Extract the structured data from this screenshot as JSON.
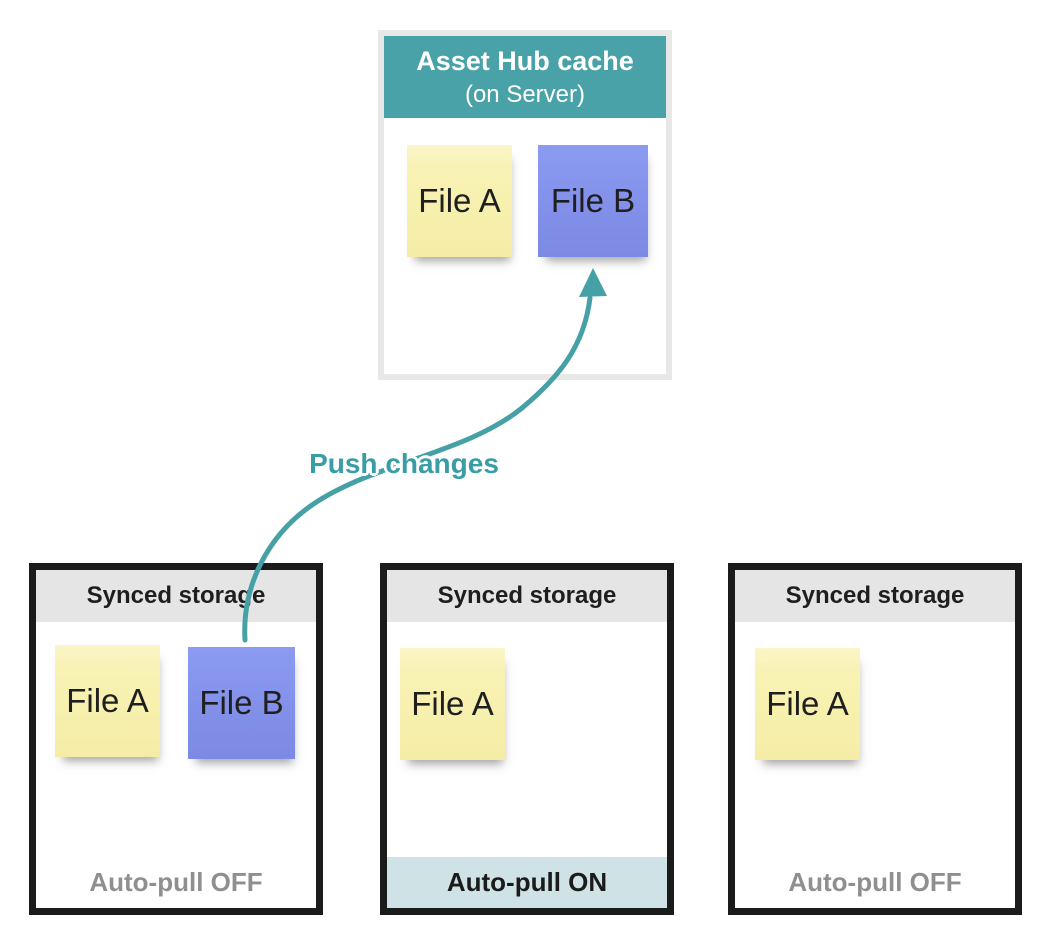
{
  "diagram": {
    "hub": {
      "title": "Asset Hub cache",
      "subtitle": "(on Server)",
      "files": [
        {
          "label": "File A",
          "color_name": "yellow",
          "color": "#f8f2b4"
        },
        {
          "label": "File B",
          "color_name": "blue",
          "color": "#8290ea"
        }
      ]
    },
    "push_label": "Push changes",
    "storages": [
      {
        "title": "Synced storage",
        "files": [
          {
            "label": "File A",
            "color_name": "yellow"
          },
          {
            "label": "File B",
            "color_name": "blue"
          }
        ],
        "footer": "Auto-pull OFF",
        "auto_pull": "OFF"
      },
      {
        "title": "Synced storage",
        "files": [
          {
            "label": "File A",
            "color_name": "yellow"
          }
        ],
        "footer": "Auto-pull ON",
        "auto_pull": "ON"
      },
      {
        "title": "Synced storage",
        "files": [
          {
            "label": "File A",
            "color_name": "yellow"
          }
        ],
        "footer": "Auto-pull OFF",
        "auto_pull": "OFF"
      }
    ],
    "colors": {
      "hub_header_teal": "#48a2a8",
      "accent_teal": "#46a1a7",
      "label_teal": "#389da5",
      "storage_header_gray": "#e5e5e5",
      "storage_border": "#1b1b1b",
      "hub_border": "#e8e8e8",
      "footer_on_bg": "#cfe3e6",
      "muted_footer_text": "#8f8f8f",
      "yellow_note": "#f8f2b4",
      "blue_note": "#8290ea"
    }
  }
}
